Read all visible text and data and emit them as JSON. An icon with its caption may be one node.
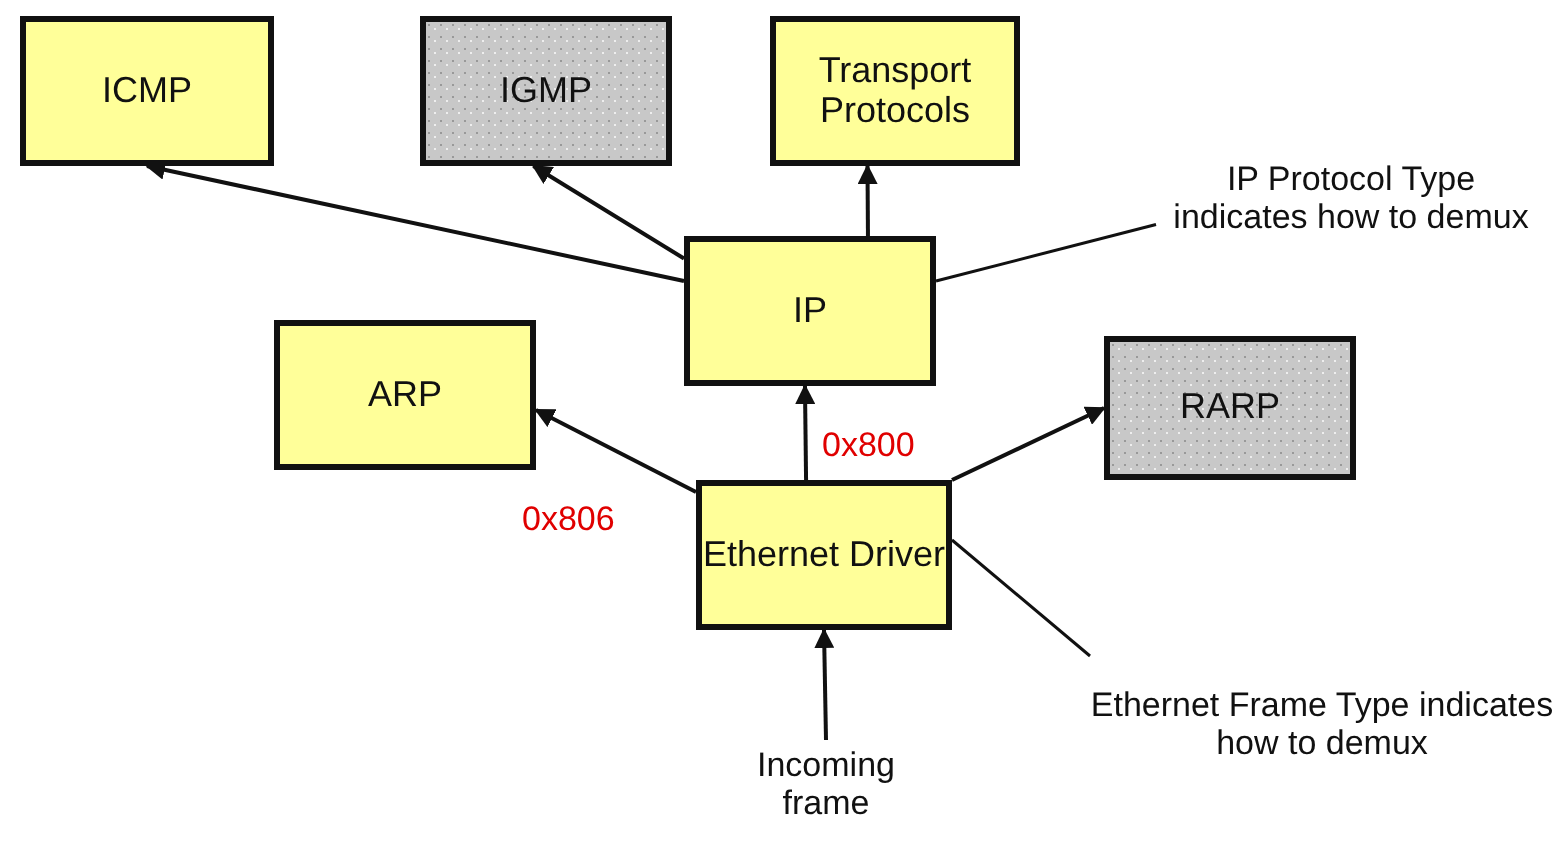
{
  "diagram": {
    "nodes": [
      {
        "text": [
          "ICMP"
        ]
      },
      {
        "text": [
          "IGMP"
        ]
      },
      {
        "text": [
          "Transport Protocols"
        ]
      },
      {
        "text": [
          "IP Protocol Type indicates how to demux"
        ]
      },
      {
        "text": [
          "IP"
        ]
      },
      {
        "text": [
          "ARP"
        ]
      },
      {
        "text": [
          "RARP"
        ]
      },
      {
        "text": [
          "Ethernet Driver"
        ]
      },
      {
        "text": [
          "Ethernet Frame Type indicates how to demux"
        ]
      },
      {
        "text": [
          "Incoming frame"
        ]
      }
    ],
    "edges": [
      {
        "from": 4,
        "to": 0,
        "arrow": "to"
      },
      {
        "from": 4,
        "to": 1,
        "arrow": "to"
      },
      {
        "from": 4,
        "to": 2,
        "arrow": "to"
      },
      {
        "from": 3,
        "to": 4,
        "arrow": "none"
      },
      {
        "from": 7,
        "to": 5,
        "arrow": "to",
        "label": "0x806"
      },
      {
        "from": 7,
        "to": 4,
        "arrow": "to",
        "label": "0x800"
      },
      {
        "from": 7,
        "to": 6,
        "arrow": "to"
      },
      {
        "from": 8,
        "to": 7,
        "arrow": "none"
      },
      {
        "from": 9,
        "to": 7,
        "arrow": "to"
      }
    ]
  }
}
